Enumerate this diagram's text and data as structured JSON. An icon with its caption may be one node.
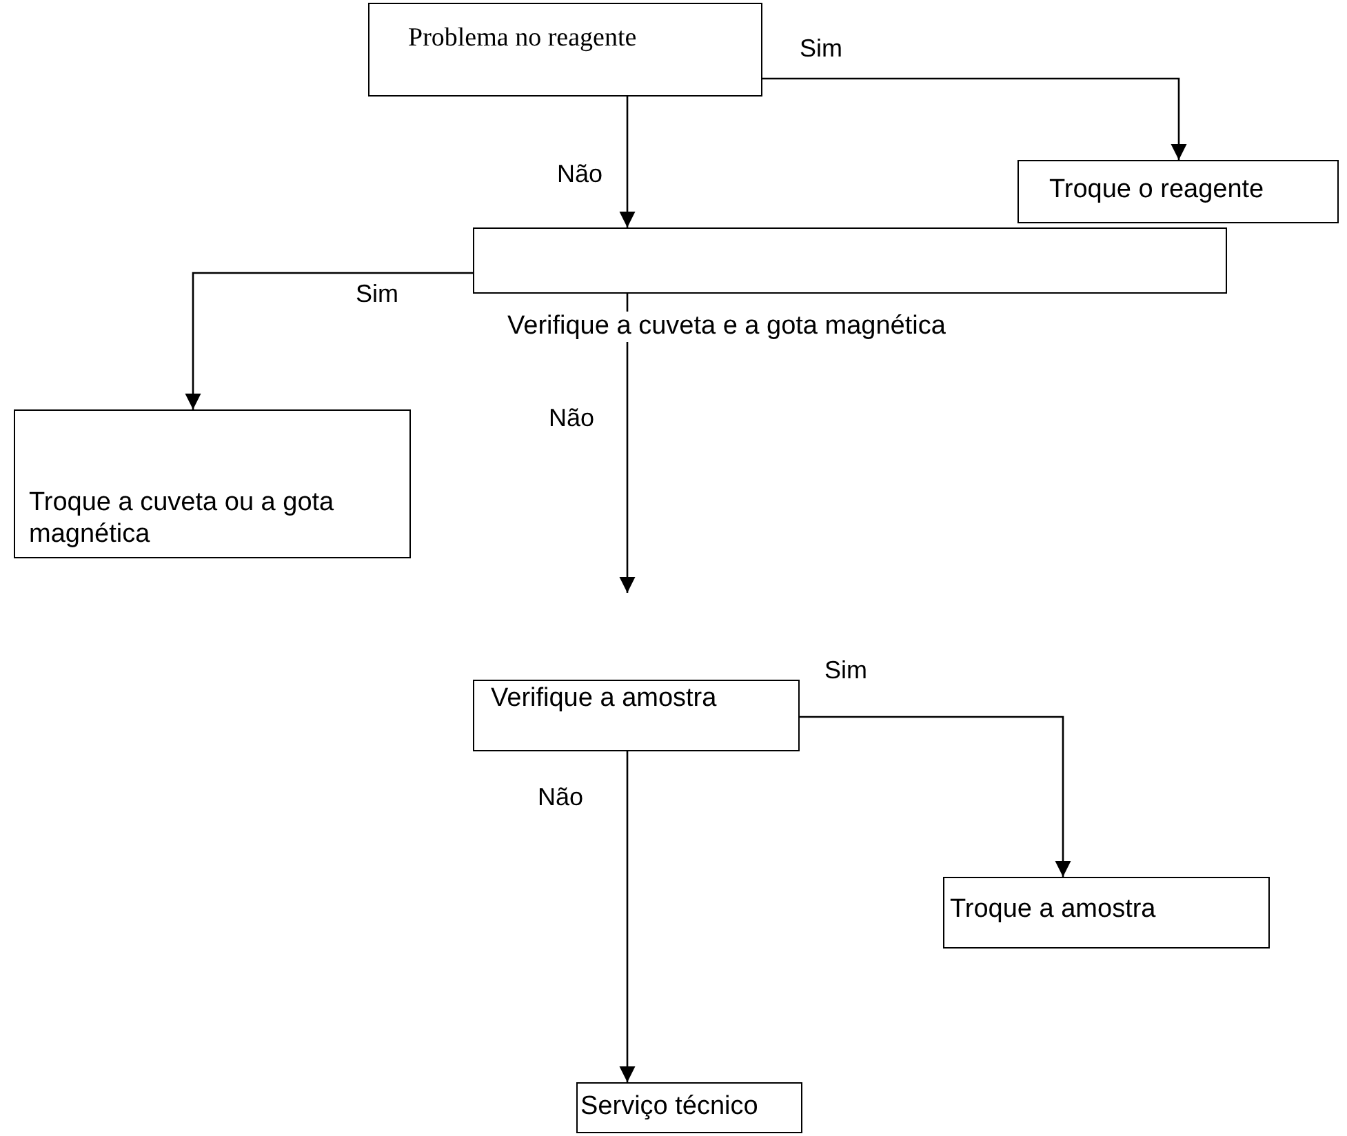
{
  "diagram": {
    "nodes": [
      {
        "text": [
          "Problema no reagente"
        ]
      },
      {
        "text": [
          "Troque o reagente"
        ]
      },
      {
        "text": [
          "Verifique a cuveta e a gota magnética"
        ]
      },
      {
        "text": [
          "Troque a cuveta ou a gota magnética"
        ]
      },
      {
        "text": [
          "Verifique a amostra"
        ]
      },
      {
        "text": [
          "Troque a amostra"
        ]
      },
      {
        "text": [
          "Serviço técnico"
        ]
      }
    ],
    "edges": [
      {
        "from": 0,
        "to": 1,
        "arrow": "to",
        "label": "Sim"
      },
      {
        "from": 0,
        "to": 2,
        "arrow": "to",
        "label": "Não"
      },
      {
        "from": 2,
        "to": 3,
        "arrow": "to",
        "label": "Sim"
      },
      {
        "from": 2,
        "to": null,
        "arrow": "to",
        "label": "Não"
      },
      {
        "from": 4,
        "to": 5,
        "arrow": "to",
        "label": "Sim"
      },
      {
        "from": 4,
        "to": 6,
        "arrow": "to",
        "label": "Não"
      }
    ]
  }
}
